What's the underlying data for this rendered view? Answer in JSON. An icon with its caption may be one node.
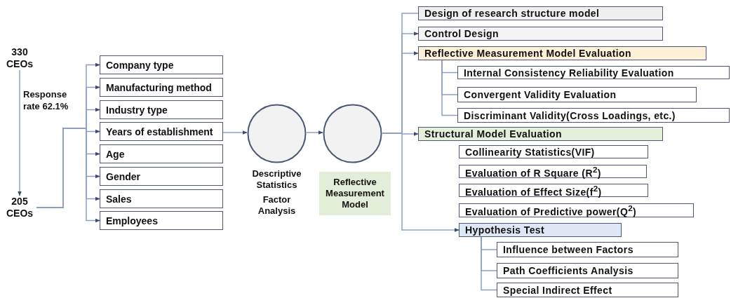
{
  "diagram": {
    "nodes": [
      {
        "text": [
          "330 CEOs"
        ]
      },
      {
        "text": [
          "205 CEOs"
        ]
      },
      {
        "text": [
          "Company type"
        ]
      },
      {
        "text": [
          "Manufacturing method"
        ]
      },
      {
        "text": [
          "Industry type"
        ]
      },
      {
        "text": [
          "Years of establishment"
        ]
      },
      {
        "text": [
          "Age"
        ]
      },
      {
        "text": [
          "Gender"
        ]
      },
      {
        "text": [
          "Sales"
        ]
      },
      {
        "text": [
          "Employees"
        ]
      },
      {
        "text": [],
        "shape": "circle",
        "beside": [
          "Descriptive Statistics",
          "Factor Analysis"
        ]
      },
      {
        "text": [],
        "shape": "circle"
      },
      {
        "text": [
          "Reflective Measurement Model"
        ]
      },
      {
        "text": [
          "Design of research structure model"
        ]
      },
      {
        "text": [
          "Control Design"
        ]
      },
      {
        "text": [
          "Reflective Measurement Model Evaluation"
        ]
      },
      {
        "text": [
          "Internal Consistency Reliability Evaluation"
        ]
      },
      {
        "text": [
          "Convergent Validity Evaluation"
        ]
      },
      {
        "text": [
          "Discriminant Validity(Cross Loadings, etc.)"
        ]
      },
      {
        "text": [
          "Structural Model Evaluation"
        ]
      },
      {
        "text": [
          "Collinearity Statistics(VIF)"
        ]
      },
      {
        "text": [
          "Evaluation of R Square (R$^{2}$)"
        ]
      },
      {
        "text": [
          "Evaluation of Effect Size(f$^{2}$)"
        ]
      },
      {
        "text": [
          "Evaluation of Predictive power(Q$^{2}$)"
        ]
      },
      {
        "text": [
          "Hypothesis Test"
        ]
      },
      {
        "text": [
          "Influence between Factors"
        ]
      },
      {
        "text": [
          "Path Coefficients Analysis"
        ]
      },
      {
        "text": [
          "Special Indirect Effect"
        ]
      }
    ],
    "edges": [
      {
        "from": 0,
        "to": 1,
        "arrow": "to",
        "label": "Response rate 62.1%"
      },
      {
        "from": 1,
        "to": 2,
        "arrow": "to"
      },
      {
        "from": 1,
        "to": 3,
        "arrow": "to"
      },
      {
        "from": 1,
        "to": 4,
        "arrow": "to"
      },
      {
        "from": 1,
        "to": 5,
        "arrow": "to"
      },
      {
        "from": 1,
        "to": 6,
        "arrow": "to"
      },
      {
        "from": 1,
        "to": 7,
        "arrow": "to"
      },
      {
        "from": 1,
        "to": 8,
        "arrow": "to"
      },
      {
        "from": 1,
        "to": 9,
        "arrow": "to"
      },
      {
        "from": 5,
        "to": 10,
        "arrow": "to"
      },
      {
        "from": 10,
        "to": 11,
        "arrow": "to"
      },
      {
        "from": 11,
        "to": 13,
        "arrow": "none"
      },
      {
        "from": 11,
        "to": 14,
        "arrow": "to"
      },
      {
        "from": 11,
        "to": 15,
        "arrow": "to"
      },
      {
        "from": 11,
        "to": 19,
        "arrow": "to"
      },
      {
        "from": 11,
        "to": 24,
        "arrow": "to"
      },
      {
        "from": 15,
        "to": 16,
        "arrow": "none"
      },
      {
        "from": 15,
        "to": 17,
        "arrow": "none"
      },
      {
        "from": 15,
        "to": 18,
        "arrow": "none"
      },
      {
        "from": 24,
        "to": 25,
        "arrow": "none"
      },
      {
        "from": 24,
        "to": 26,
        "arrow": "none"
      },
      {
        "from": 24,
        "to": 27,
        "arrow": "none"
      }
    ]
  }
}
